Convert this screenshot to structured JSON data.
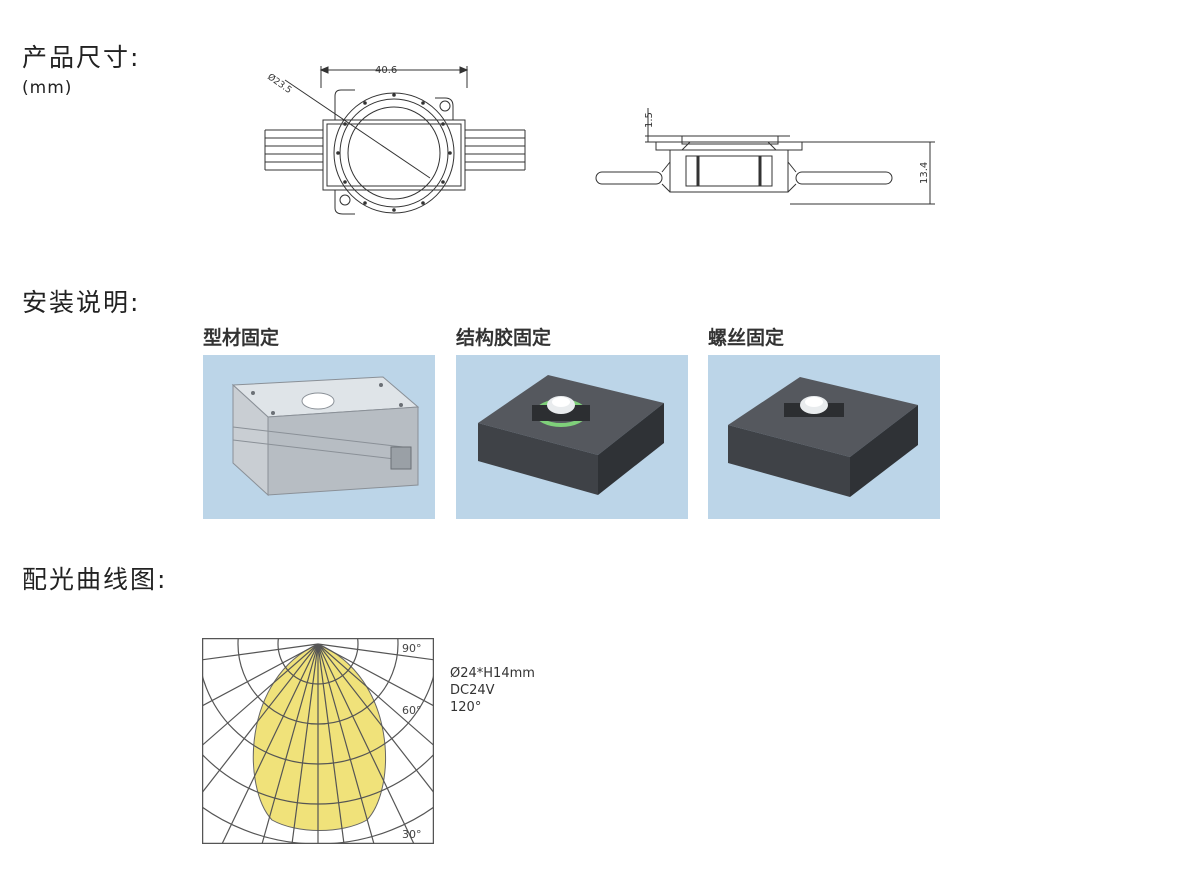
{
  "sections": {
    "dimensions_title": "产品尺寸:",
    "dimensions_unit": "(mm)",
    "install_title": "安装说明:",
    "light_title": "配光曲线图:"
  },
  "drawing_labels": {
    "diameter": "Ø23.5",
    "width": "40.6",
    "top_offset": "1.5",
    "height": "13.4"
  },
  "install": {
    "cards": [
      {
        "label": "型材固定"
      },
      {
        "label": "结构胶固定"
      },
      {
        "label": "螺丝固定"
      }
    ]
  },
  "polar": {
    "angle_labels": [
      "90°",
      "60°",
      "30°"
    ],
    "specs": [
      "Ø24*H14mm",
      "DC24V",
      "120°"
    ]
  },
  "colors": {
    "beam_fill": "#f0e27a",
    "card_bg": "#bcd5e8",
    "module_dark": "#45474c",
    "glue_ring": "#7fd07a"
  }
}
